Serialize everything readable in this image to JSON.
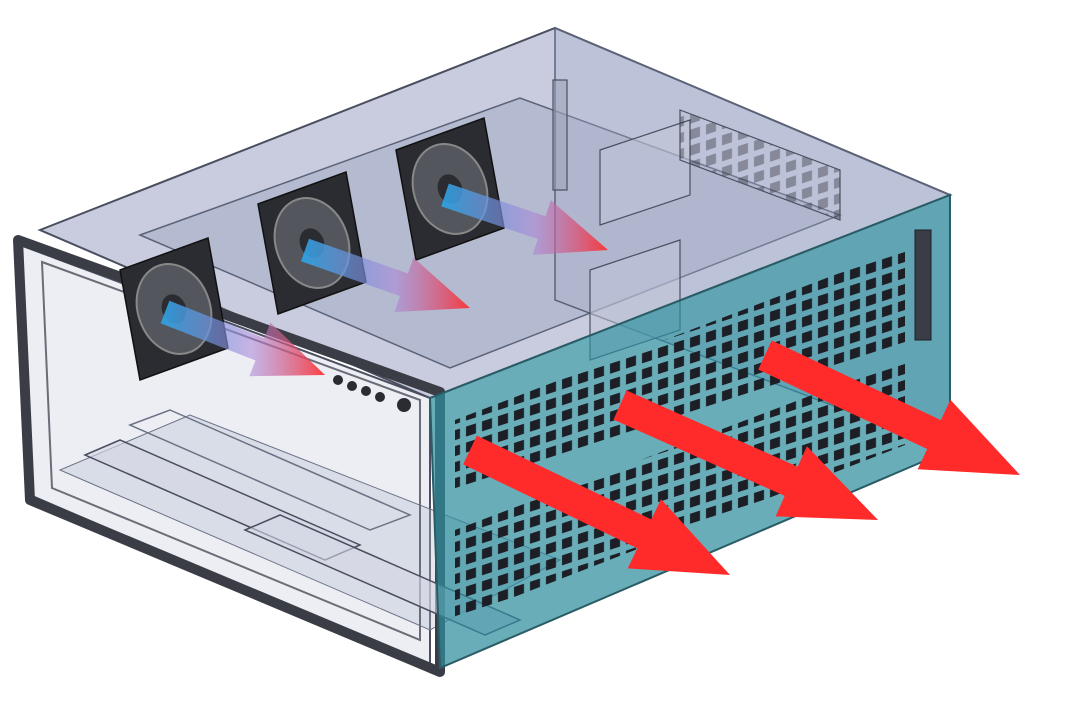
{
  "colors": {
    "background": "#ffffff",
    "chassis_fill": "#8e97b8",
    "chassis_edge": "#4a4f60",
    "bezel": "#3b3d46",
    "vent_panel": "#2f8e9e",
    "vent_hole": "#1d1f26",
    "fan_body": "#2b2c31",
    "intake_arrow": "#2aa6e8",
    "exhaust_arrow": "#ff2a2a"
  },
  "icons": {
    "fan": "fan-icon",
    "airflow_in": "arrow-right-icon",
    "airflow_out": "arrow-right-icon"
  },
  "chart_data": {
    "type": "diagram",
    "components": [
      "chassis",
      "fan",
      "fan",
      "fan",
      "vent-panel",
      "drive-bay",
      "drive-bay",
      "front-bezel"
    ],
    "fans": 3,
    "intake_arrows": 3,
    "exhaust_arrows": 3,
    "flow_direction": "fans-to-side-vent"
  }
}
